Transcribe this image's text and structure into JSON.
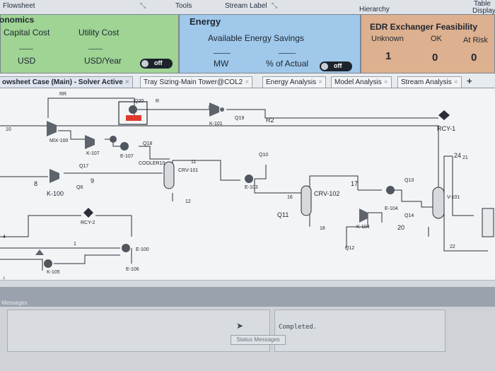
{
  "ribbon": {
    "flowsheet": "Flowsheet",
    "tools": "Tools",
    "stream_label": "Stream Label",
    "hierarchy": "Hierarchy",
    "table": "Table",
    "display": "Display"
  },
  "economics": {
    "title": "onomics",
    "capital_cost": "Capital Cost",
    "utility_cost": "Utility Cost",
    "usd": "USD",
    "usd_year": "USD/Year",
    "toggle": "off"
  },
  "energy": {
    "title": "Energy",
    "savings": "Available Energy Savings",
    "mw": "MW",
    "pct_actual": "% of Actual",
    "toggle": "off"
  },
  "edr": {
    "title": "EDR Exchanger Feasibility",
    "unknown": "Unknown",
    "ok": "OK",
    "at_risk": "At Risk",
    "unknown_count": "1",
    "ok_count": "0",
    "at_risk_count": "0"
  },
  "tabs": [
    {
      "label": "owsheet Case (Main) - Solver Active"
    },
    {
      "label": "Tray Sizing-Main Tower@COL2"
    },
    {
      "label": "Energy Analysis"
    },
    {
      "label": "Model Analysis"
    },
    {
      "label": "Stream Analysis"
    }
  ],
  "flowsheet": {
    "labels": {
      "rr": "RR",
      "q20": "Q20",
      "r": "R",
      "k101": "K-101",
      "q19": "Q19",
      "r2": "R2",
      "rcy1": "RCY-1",
      "s10": "10",
      "mixer": "MIX-100",
      "k107": "K-107",
      "q18": "Q18",
      "e107": "E-107",
      "cooler10": "COOLER10",
      "s11": "11",
      "crv101": "CRV-101",
      "q10": "Q10",
      "s24": "24",
      "s21": "21",
      "q17": "Q17",
      "k100": "K-100",
      "q6": "Q6",
      "s9": "9",
      "s8": "8",
      "e103": "E-103",
      "s17": "17",
      "q13": "Q13",
      "crv102": "CRV-102",
      "s12": "12",
      "v101": "V-101",
      "s16": "16",
      "q11": "Q11",
      "e104": "E-104",
      "q14": "Q14",
      "s20": "20",
      "k104": "K-104",
      "s18": "18",
      "rcy2": "RCY-2",
      "e100": "E-100",
      "s4": "4",
      "q12": "Q12",
      "s22": "22",
      "s1": "1",
      "k105": "K-105",
      "e106": "E-106"
    }
  },
  "messages": {
    "title": "Messages",
    "status": "Status Messages",
    "completed": "Completed."
  }
}
